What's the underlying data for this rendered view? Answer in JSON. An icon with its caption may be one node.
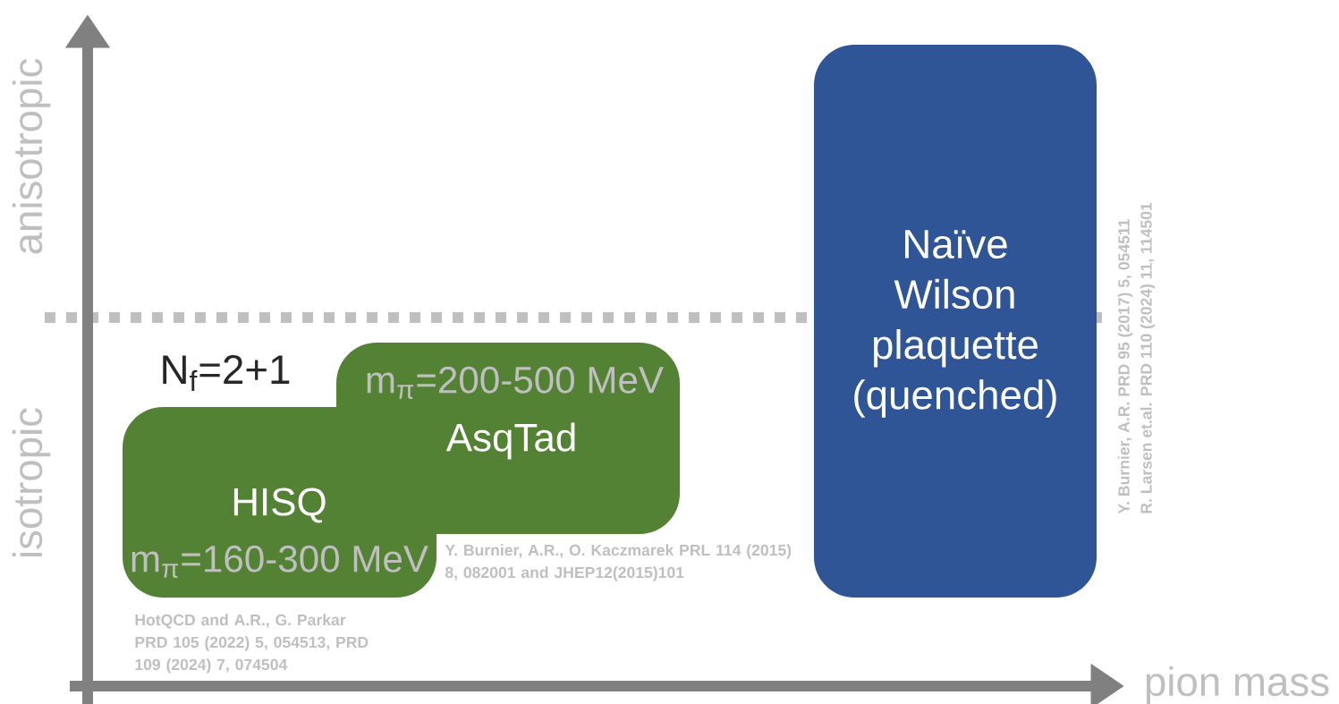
{
  "diagram": {
    "nodes": [
      {
        "text": [
          "HISQ",
          "m$_{π}$=160-300 MeV"
        ],
        "beside": [
          "HotQCD and A.R., G. Parkar PRD 105 (2022) 5, 054513, PRD 109 (2024) 7, 074504"
        ]
      },
      {
        "text": [
          "m$_{π}$=200-500 MeV",
          "AsqTad"
        ],
        "beside": [
          "Y. Burnier, A.R., O. Kaczmarek PRL 114 (2015) 8, 082001 and JHEP12(2015)101"
        ]
      },
      {
        "text": [
          "Naïve Wilson plaquette (quenched)"
        ],
        "beside": [
          "Y. Burnier, A.R. PRD 95 (2017) 5, 054511",
          "R. Larsen et.al. PRD 110 (2024) 11, 114501"
        ]
      }
    ],
    "labels": [
      "anisotropic",
      "N$_{f}$=2+1",
      "isotropic",
      "pion mass"
    ]
  }
}
